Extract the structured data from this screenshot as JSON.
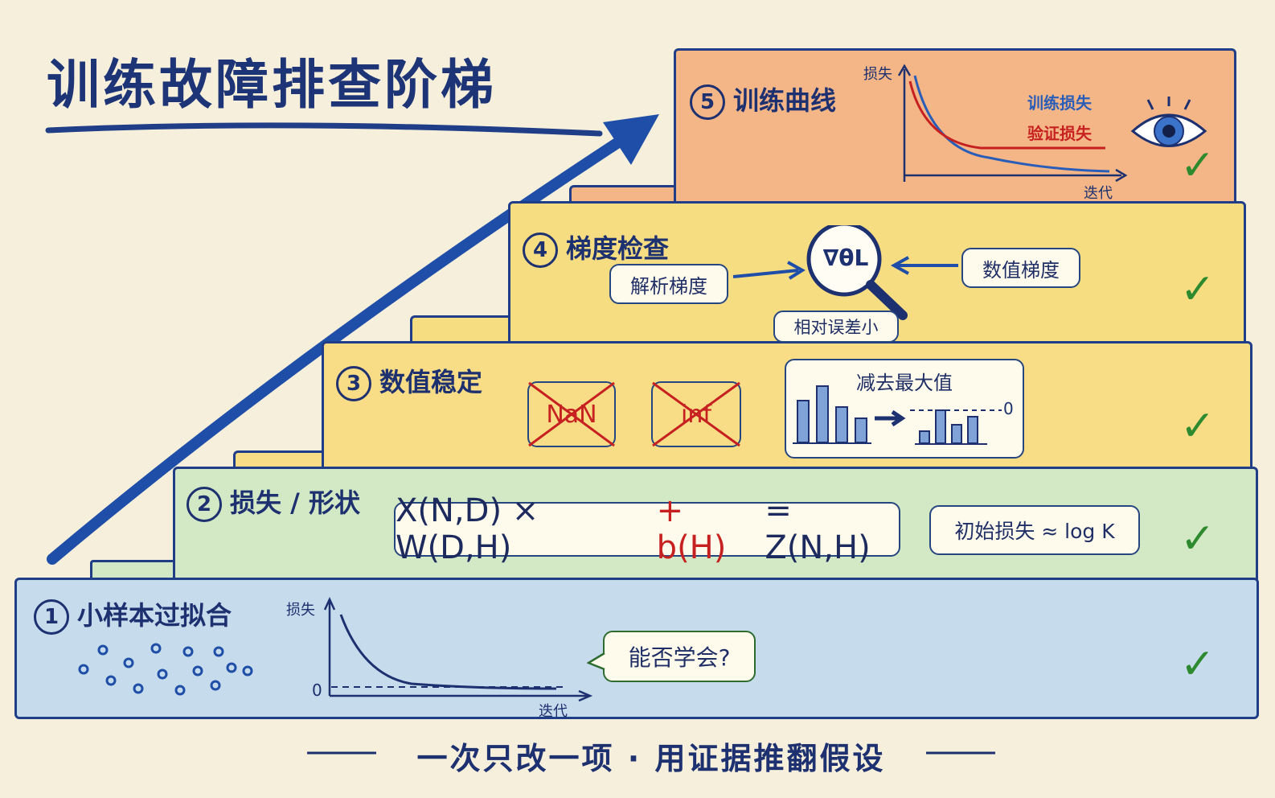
{
  "title": "训练故障排查阶梯",
  "steps": {
    "s1": {
      "num": "1",
      "label": "小样本过拟合",
      "ylabel": "损失",
      "xlabel": "迭代",
      "zero": "0",
      "bubble": "能否学会?"
    },
    "s2": {
      "num": "2",
      "label": "损失 / 形状",
      "formula_a": "X(N,D) × W(D,H)",
      "formula_b": "+ b(H)",
      "formula_c": "= Z(N,H)",
      "init": "初始损失 ≈ log K"
    },
    "s3": {
      "num": "3",
      "label": "数值稳定",
      "nan": "NaN",
      "inf": "inf",
      "box_title": "减去最大值",
      "zero": "0"
    },
    "s4": {
      "num": "4",
      "label": "梯度检查",
      "analytic": "解析梯度",
      "numeric": "数值梯度",
      "nabla": "∇θL",
      "rel": "相对误差小"
    },
    "s5": {
      "num": "5",
      "label": "训练曲线",
      "ylabel": "损失",
      "xlabel": "迭代",
      "train": "训练损失",
      "val": "验证损失"
    }
  },
  "check_symbol": "✓",
  "footer": "一次只改一项 · 用证据推翻假设",
  "colors": {
    "step1": "#c6dbeb",
    "step2": "#d3e8c4",
    "step3": "#f8dc86",
    "step4": "#f7dd82",
    "step5": "#f4b687",
    "train": "#2a5db8",
    "val": "#c62020",
    "check": "#2e8a2e"
  },
  "icons": [
    "arrow-up-right-icon",
    "eye-icon",
    "magnifier-icon",
    "check-icon"
  ]
}
